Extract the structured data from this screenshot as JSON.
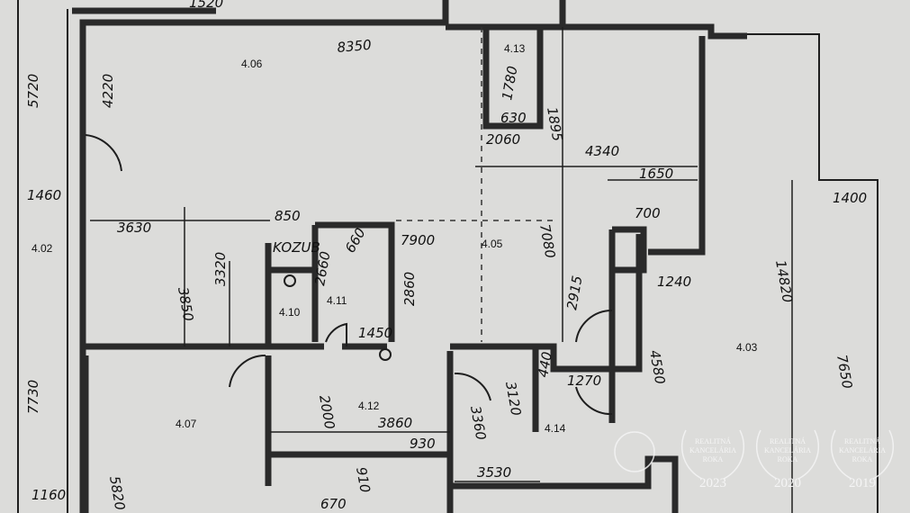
{
  "rooms": [
    "4.06",
    "4.13",
    "4.05",
    "4.02",
    "4.11",
    "4.10",
    "4.12",
    "4.07",
    "4.14",
    "4.03"
  ],
  "dimensions": [
    "8350",
    "4220",
    "5720",
    "1460",
    "3630",
    "850",
    "7900",
    "2860",
    "1450",
    "1780",
    "1895",
    "630",
    "2060",
    "4340",
    "1650",
    "7080",
    "700",
    "2915",
    "1240",
    "4580",
    "14820",
    "1400",
    "7650",
    "3850",
    "3320",
    "2000",
    "3860",
    "3120",
    "3530",
    "1270",
    "440",
    "3360",
    "910",
    "670",
    "930",
    "5820",
    "1160",
    "7730",
    "1520",
    "KOZUB",
    "660",
    "2660"
  ],
  "awards": {
    "title_line1": "REALITNÁ",
    "title_line2": "KANCELÁRIA",
    "title_line3": "ROKA",
    "years": [
      "2023",
      "2020",
      "2019"
    ]
  },
  "colors": {
    "paper": "#dcdcda",
    "ink": "#1e1e1e",
    "watermark": "#f7f7f7"
  }
}
